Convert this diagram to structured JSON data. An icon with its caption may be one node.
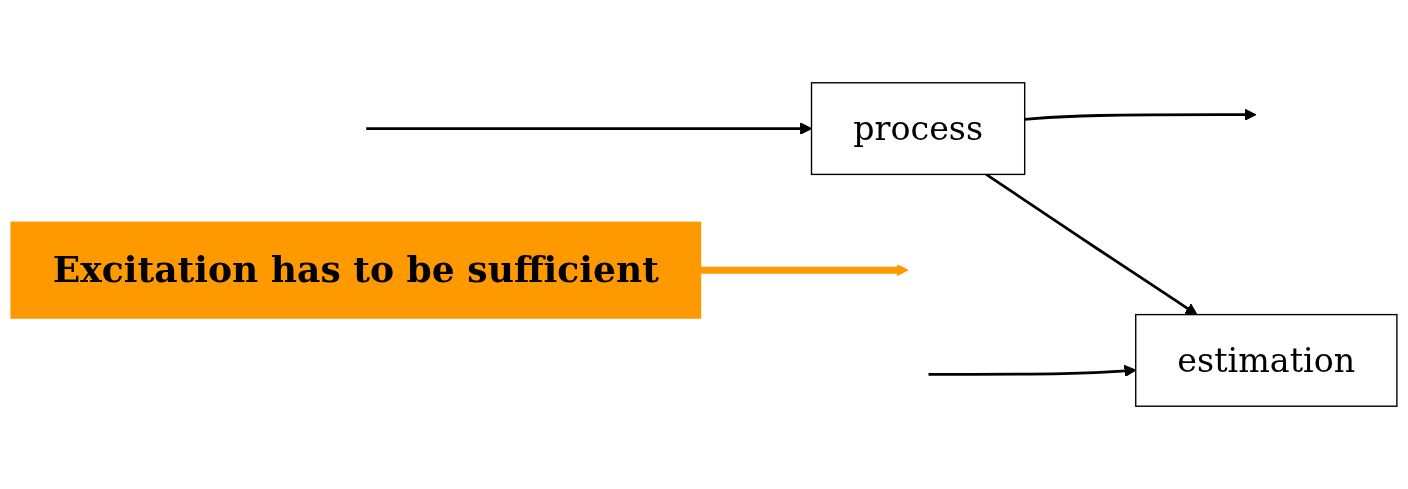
{
  "diagram": {
    "nodes": [
      {
        "text": [
          "Excitation has to be sufficient"
        ]
      },
      {
        "text": [
          "estimation"
        ]
      },
      {
        "text": [
          "process"
        ]
      }
    ],
    "edges": [
      {
        "from": 0,
        "to": null,
        "arrow": "to",
        "style": "thick",
        "color": "#ff9900"
      },
      {
        "from": null,
        "to": 2,
        "arrow": "to"
      },
      {
        "from": null,
        "to": 1,
        "arrow": "to"
      },
      {
        "from": 2,
        "to": null,
        "arrow": "to"
      },
      {
        "from": 2,
        "to": 1,
        "arrow": "to"
      }
    ]
  }
}
